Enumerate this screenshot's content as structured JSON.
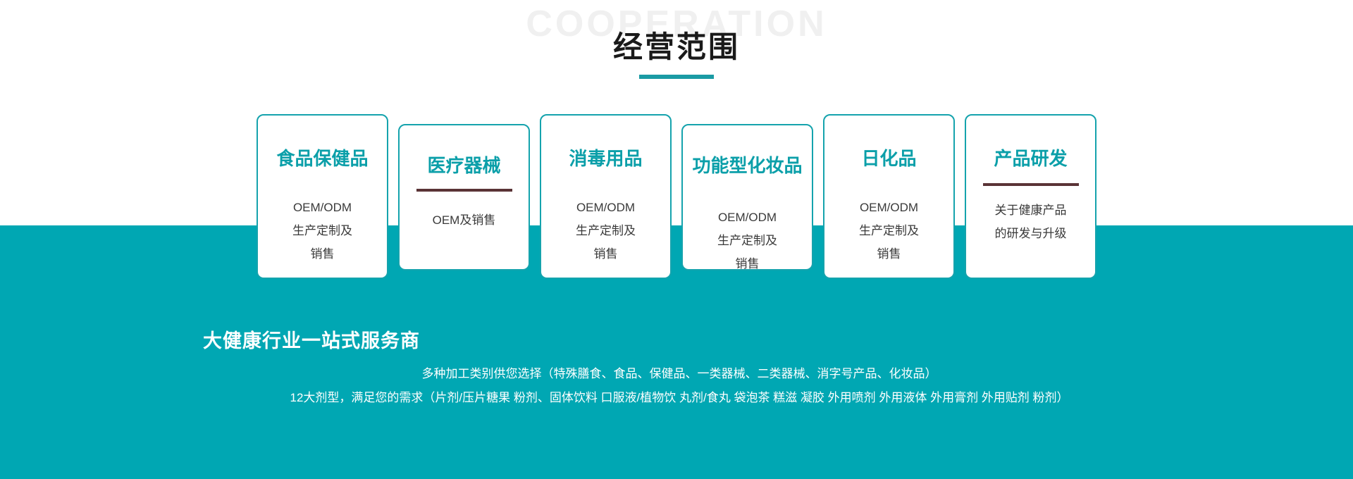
{
  "header": {
    "watermark": "COOPERATION",
    "title": "经营范围"
  },
  "cards": [
    {
      "title": "食品保健品",
      "desc": "OEM/ODM\n生产定制及\n销售",
      "size": "tall"
    },
    {
      "title": "医疗器械",
      "desc": "OEM及销售",
      "size": "short"
    },
    {
      "title": "消毒用品",
      "desc": "OEM/ODM\n生产定制及\n销售",
      "size": "tall"
    },
    {
      "title": "功能型化妆品",
      "desc": "OEM/ODM\n生产定制及\n销售",
      "size": "short"
    },
    {
      "title": "日化品",
      "desc": "OEM/ODM\n生产定制及\n销售",
      "size": "tall"
    },
    {
      "title": "产品研发",
      "desc": "关于健康产品\n的研发与升级",
      "size": "tall"
    }
  ],
  "bottom": {
    "title": "大健康行业一站式服务商",
    "line1": "多种加工类别供您选择（特殊膳食、食品、保健品、一类器械、二类器械、消字号产品、化妆品）",
    "line2": "12大剂型，满足您的需求（片剂/压片糖果  粉剂、固体饮料  口服液/植物饮 丸剂/食丸 袋泡茶 糕滋 凝胶 外用喷剂 外用液体 外用膏剂 外用贴剂 粉剂）"
  },
  "colors": {
    "teal_band": "#00a7b3",
    "card_border": "#15a3ad",
    "card_title": "#0b9fa9",
    "card_rule": "#5a3336",
    "title_rule": "#1a9ba4",
    "watermark": "#f0f0f0",
    "title_text": "#1a1a1a",
    "card_desc": "#3a3a3a",
    "bottom_text": "#ffffff"
  }
}
